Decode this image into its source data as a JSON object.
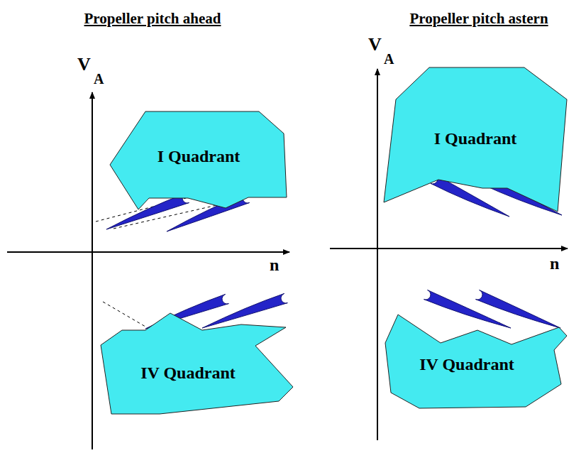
{
  "diagram": {
    "nodes": [
      {
        "text": [
          "I Quadrant"
        ]
      },
      {
        "text": [
          "I Quadrant"
        ]
      },
      {
        "text": [
          "IV Quadrant"
        ]
      },
      {
        "text": [
          "IV Quadrant"
        ]
      }
    ],
    "labels": [
      "Propeller pitch ahead",
      "Propeller pitch astern",
      "V",
      "A",
      "n",
      "V",
      "A",
      "n"
    ]
  }
}
